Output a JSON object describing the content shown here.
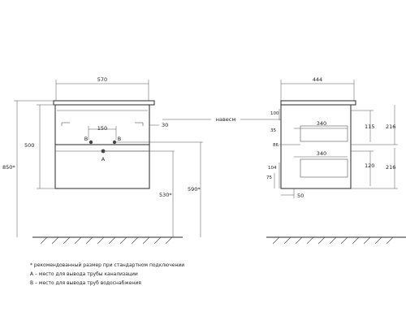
{
  "front_view": {
    "width": "570",
    "height_cabinet": "500",
    "total_height": "850*",
    "pipe_spacing": "150",
    "side_offset": "30",
    "pipe_height_a": "530*",
    "pipe_height_b": "590*",
    "label_b_left": "B",
    "label_b_right": "B",
    "label_a": "A"
  },
  "side_view": {
    "depth": "444",
    "hanging_label": "навесм",
    "top_offset": "100",
    "drawer_inner_top": "340",
    "drawer_inner_bottom": "340",
    "mid_offset": "86",
    "small_35": "35",
    "bottom_104": "104",
    "bottom_75": "75",
    "bottom_50": "50",
    "upper_115": "115",
    "upper_216": "216",
    "lower_120": "120",
    "lower_216": "216"
  },
  "notes": {
    "line1": "* рекомендованный размер при стандартном подключении",
    "line2": "A – место для вывода трубы канализации",
    "line3": "B – место для вывода труб водоснабжения"
  },
  "colors": {
    "line": "#2a2a2a",
    "dim": "#555555"
  }
}
